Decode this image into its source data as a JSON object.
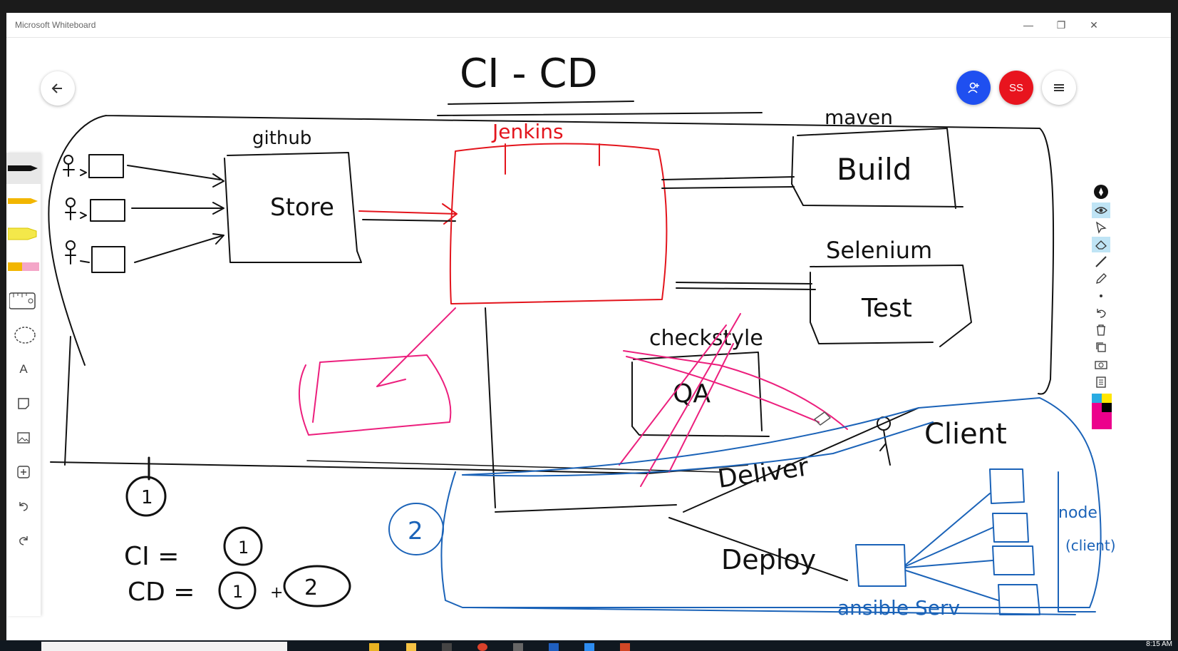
{
  "app": {
    "title": "Microsoft Whiteboard"
  },
  "window_controls": {
    "minimize": "—",
    "restore": "❐",
    "close": "✕"
  },
  "header": {
    "avatar_initials": "SS"
  },
  "left_toolbar": {
    "tools": [
      "pen-black",
      "pen-yellow",
      "highlighter",
      "eraser",
      "ruler",
      "lasso",
      "text",
      "note",
      "image",
      "add",
      "undo",
      "redo"
    ],
    "text_tool_label": "A"
  },
  "right_toolbar": {
    "tools": [
      "ink-icon",
      "eye-icon",
      "select-icon",
      "eraser-icon",
      "ruler-icon",
      "pencil-icon",
      "dot-icon",
      "undo-icon",
      "delete-icon",
      "copy-icon",
      "screenshot-icon",
      "clipboard-icon"
    ],
    "colors": [
      "#29abe2",
      "#ffe600",
      "#000000",
      "#ec008c"
    ]
  },
  "board": {
    "title": "CI - CD",
    "labels": {
      "github": "github",
      "store": "Store",
      "jenkins": "Jenkins",
      "maven": "maven",
      "build": "Build",
      "selenium": "Selenium",
      "test": "Test",
      "checkstyle": "checkstyle",
      "qa": "QA",
      "client": "Client",
      "deliver": "Deliver",
      "deploy": "Deploy",
      "step1": "1",
      "step2": "2",
      "ci_eq": "CI =",
      "ci_val": "1",
      "cd_eq": "CD =",
      "cd_val1": "1",
      "plus": "+",
      "cd_val2": "2",
      "ansible": "ansible Serv",
      "node": "node",
      "client_paren": "(client)"
    },
    "ink_colors": {
      "black": "#111111",
      "red": "#e3141c",
      "pink": "#ec1f7d",
      "blue": "#1b63b8"
    }
  },
  "taskbar": {
    "time": "8:15 AM"
  }
}
